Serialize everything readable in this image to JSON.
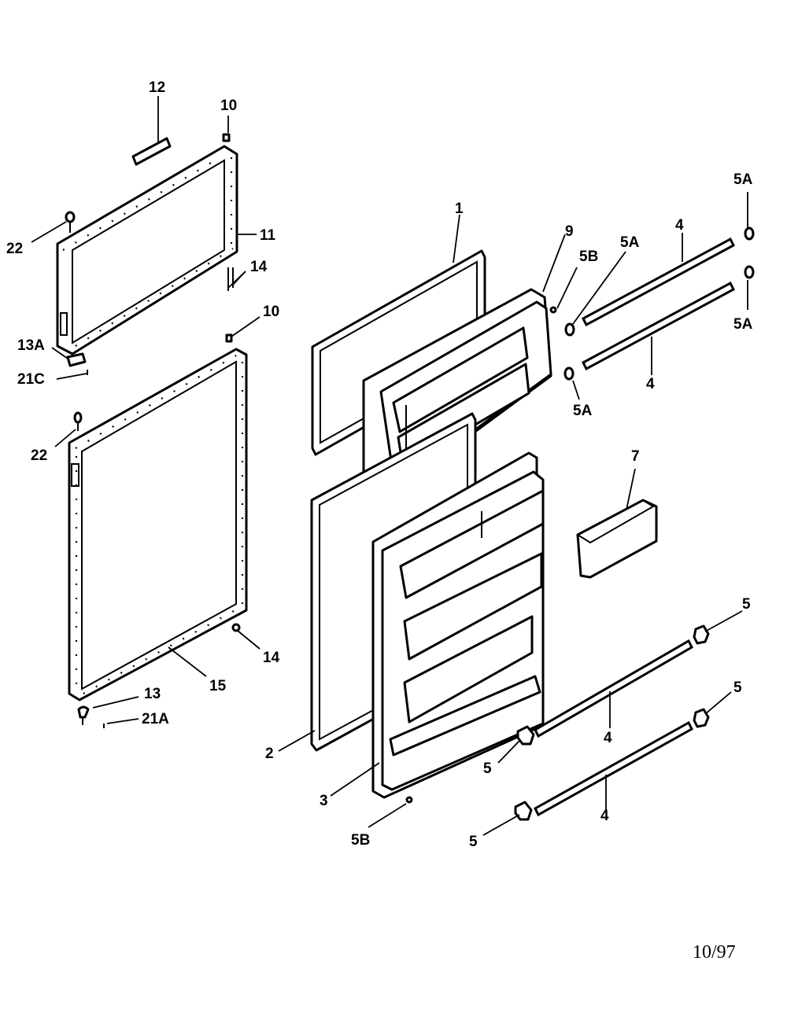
{
  "diagram": {
    "labels": {
      "l12": "12",
      "l10a": "10",
      "l22a": "22",
      "l11": "11",
      "l14a": "14",
      "l13a": "13A",
      "l21c": "21C",
      "l10b": "10",
      "l22b": "22",
      "l14b": "14",
      "l15": "15",
      "l13": "13",
      "l21a": "21A",
      "l1": "1",
      "l9": "9",
      "l5b_top": "5B",
      "l5a_1": "5A",
      "l4_top": "4",
      "l5a_top": "5A",
      "l5a_right": "5A",
      "l4_mid": "4",
      "l5a_mid": "5A",
      "l7": "7",
      "l5_r1": "5",
      "l5_r2": "5",
      "l4_low": "4",
      "l5_l1": "5",
      "l4_bot": "4",
      "l5_l2": "5",
      "l2": "2",
      "l3": "3",
      "l5b_bot": "5B"
    },
    "date": "10/97"
  }
}
